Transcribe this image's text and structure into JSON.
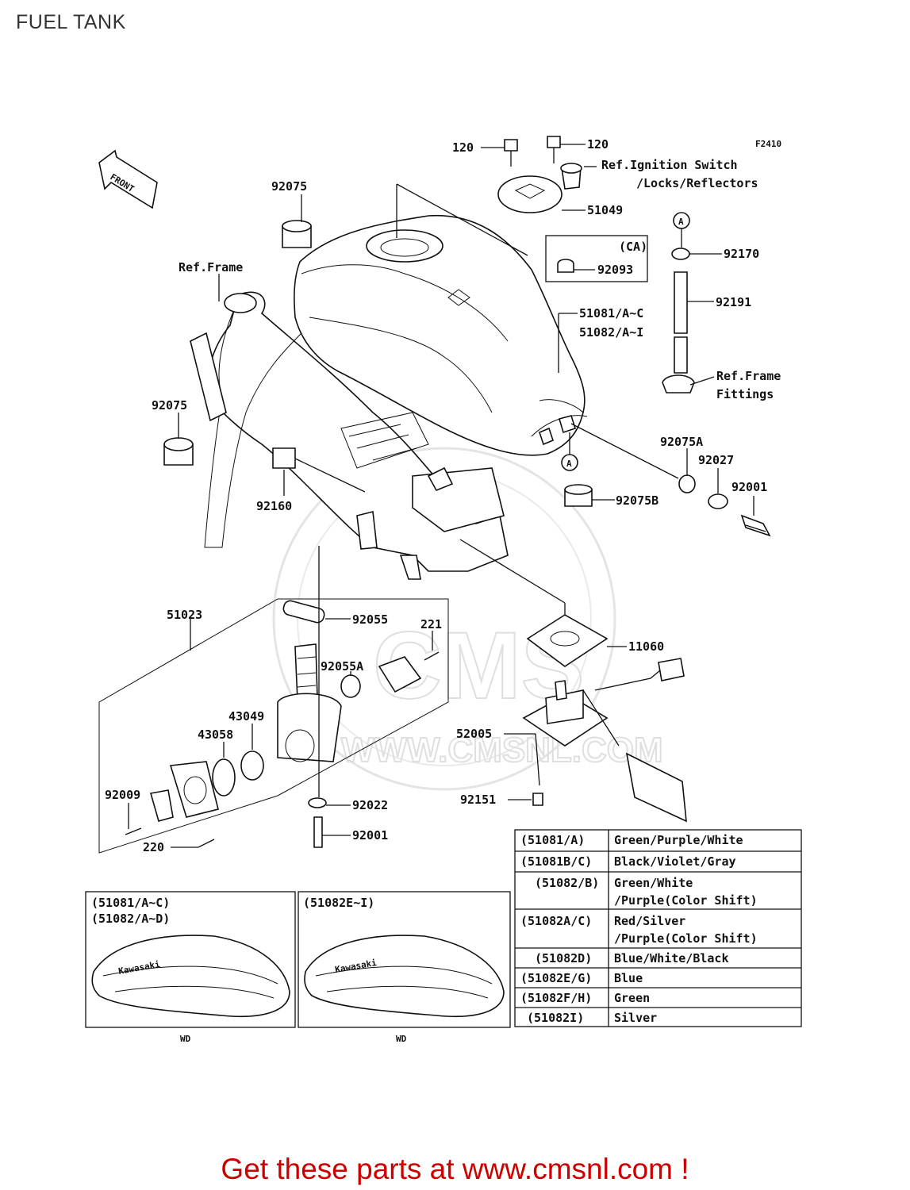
{
  "title": "FUEL TANK",
  "figure_code": "F2410",
  "front_label": "FRONT",
  "promo": "Get these parts at www.cmsnl.com !",
  "watermark": {
    "brand": "CMS",
    "url": "WWW.CMSNL.COM"
  },
  "labels": {
    "p120a": "120",
    "p120b": "120",
    "ref_ignition_1": "Ref.Ignition Switch",
    "ref_ignition_2": "/Locks/Reflectors",
    "p51049": "51049",
    "p92075_top": "92075",
    "ca": "(CA)",
    "p92093": "92093",
    "marker_a_top": "A",
    "marker_a_bottom": "A",
    "p92170": "92170",
    "p92191": "92191",
    "ref_frame": "Ref.Frame",
    "p51081": "51081/A~C",
    "p51082": "51082/A~I",
    "ref_frame_fittings_1": "Ref.Frame",
    "ref_frame_fittings_2": "Fittings",
    "p92075_left": "92075",
    "p92075a": "92075A",
    "p92027": "92027",
    "p92001_right": "92001",
    "p92160": "92160",
    "p92075b": "92075B",
    "p51023": "51023",
    "p92055": "92055",
    "p221": "221",
    "p11060": "11060",
    "p92055a": "92055A",
    "p43049": "43049",
    "p43058": "43058",
    "p52005": "52005",
    "p92009": "92009",
    "p92022": "92022",
    "p92151": "92151",
    "p92001_bottom": "92001",
    "p220": "220"
  },
  "color_table": [
    {
      "code": "(51081/A)",
      "color": "Green/Purple/White"
    },
    {
      "code": "(51081B/C)",
      "color": "Black/Violet/Gray"
    },
    {
      "code": "(51082/B)",
      "color": "Green/White",
      "color2": "/Purple(Color Shift)"
    },
    {
      "code": "(51082A/C)",
      "color": "Red/Silver",
      "color2": "/Purple(Color Shift)"
    },
    {
      "code": "(51082D)",
      "color": "Blue/White/Black"
    },
    {
      "code": "(51082E/G)",
      "color": "Blue"
    },
    {
      "code": "(51082F/H)",
      "color": "Green"
    },
    {
      "code": "(51082I)",
      "color": "Silver"
    }
  ],
  "inset_left": {
    "line1": "(51081/A~C)",
    "line2": "(51082/A~D)",
    "brand": "Kawasaki",
    "note": "WD"
  },
  "inset_right": {
    "line1": "(51082E~I)",
    "brand": "Kawasaki",
    "note": "WD"
  }
}
